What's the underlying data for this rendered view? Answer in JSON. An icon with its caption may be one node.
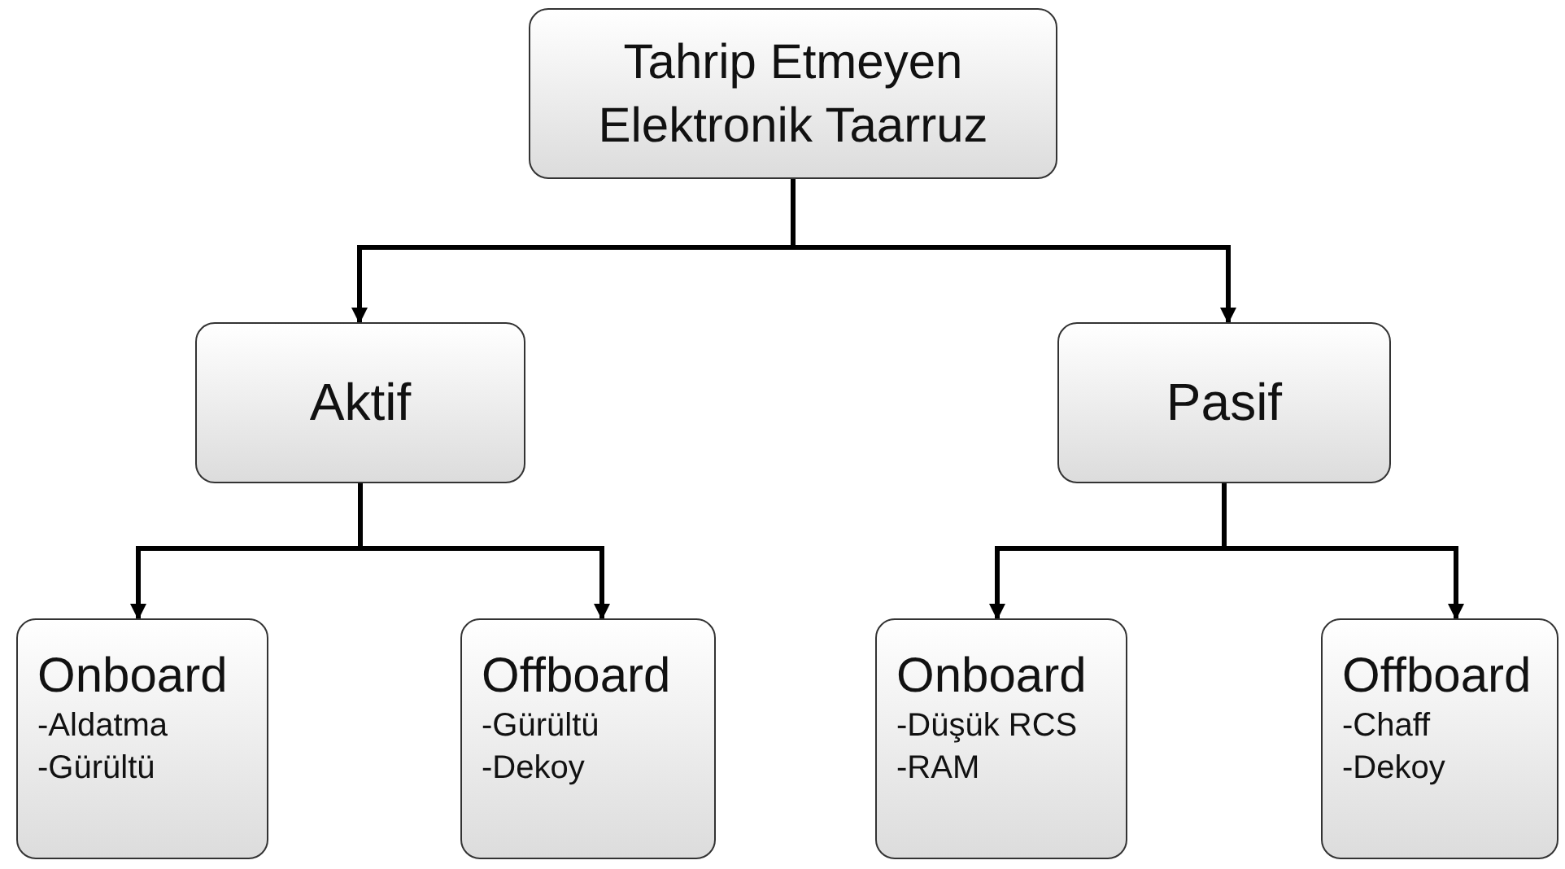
{
  "diagram": {
    "nodes": [
      {
        "text": [
          "Tahrip Etmeyen Elektronik Taarruz"
        ]
      },
      {
        "text": [
          "Aktif"
        ]
      },
      {
        "text": [
          "Pasif"
        ]
      },
      {
        "text": [
          "Onboard",
          "-Aldatma",
          "-Gürültü"
        ]
      },
      {
        "text": [
          "Offboard",
          "-Gürültü",
          "-Dekoy"
        ]
      },
      {
        "text": [
          "Onboard",
          "-Düşük RCS",
          "-RAM"
        ]
      },
      {
        "text": [
          "Offboard",
          "-Chaff",
          "-Dekoy"
        ]
      }
    ],
    "edges": [
      {
        "from": 0,
        "to": 1,
        "arrow": "to"
      },
      {
        "from": 0,
        "to": 2,
        "arrow": "to"
      },
      {
        "from": 1,
        "to": 3,
        "arrow": "to"
      },
      {
        "from": 1,
        "to": 4,
        "arrow": "to"
      },
      {
        "from": 2,
        "to": 5,
        "arrow": "to"
      },
      {
        "from": 2,
        "to": 6,
        "arrow": "to"
      }
    ]
  }
}
